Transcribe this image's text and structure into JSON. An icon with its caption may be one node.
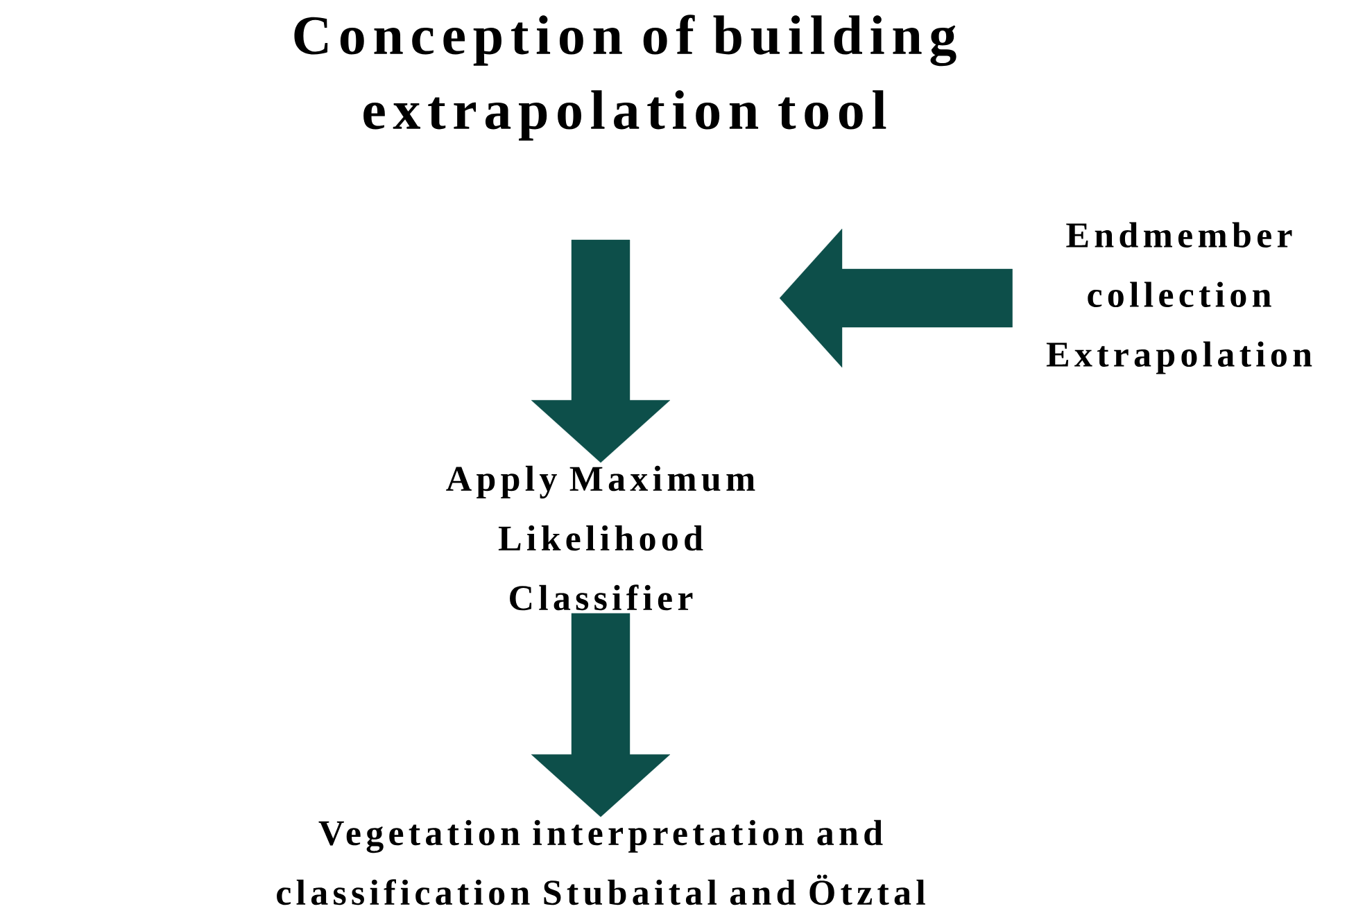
{
  "diagram": {
    "title": "Conception of building extrapolation tool",
    "nodes": [
      {
        "text": [
          "Endmember collection Extrapolation"
        ]
      },
      {
        "text": [
          "Apply Maximum Likelihood Classifier"
        ]
      },
      {
        "text": [
          "Vegetation interpretation and classification Stubaital and Ötztal"
        ]
      }
    ],
    "edges": [
      {
        "from": null,
        "to": 1,
        "arrow": "to"
      },
      {
        "from": 0,
        "to": null,
        "arrow": "to"
      },
      {
        "from": 1,
        "to": 2,
        "arrow": "to"
      }
    ]
  }
}
